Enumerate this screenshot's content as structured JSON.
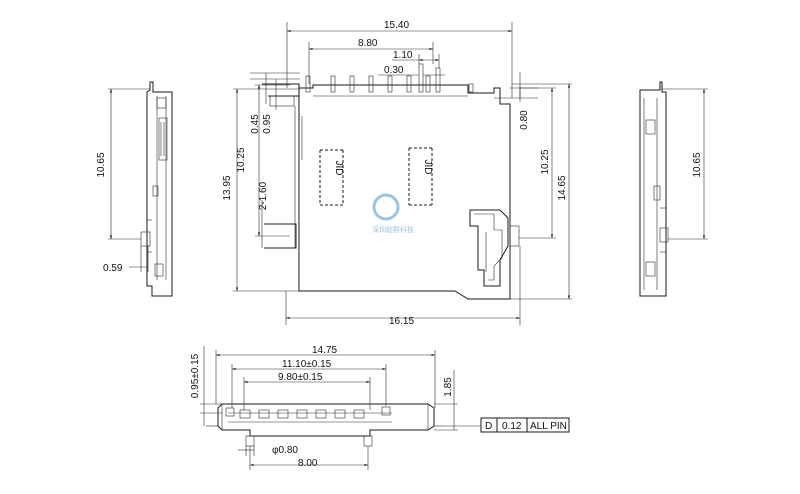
{
  "dims": {
    "top_width": "15.40",
    "pin_span": "8.80",
    "pin_pitch": "1.10",
    "pin_width": "0.30",
    "d045": "0.45",
    "d095": "0.95",
    "left_1025": "10.25",
    "left_1395": "13.95",
    "left_2x160": "2-1.60",
    "right_080": "0.80",
    "right_1025": "10.25",
    "right_1465": "14.65",
    "bottom_1615": "16.15",
    "side_1065_left": "10.65",
    "side_059": "0.59",
    "side_1065_right": "10.65",
    "front_1475": "14.75",
    "front_1110": "11.10±0.15",
    "front_980": "9.80±0.15",
    "front_095": "0.95±0.15",
    "front_185": "1.85",
    "front_hole": "φ0.80",
    "front_800": "8.00"
  },
  "marks": {
    "left_marker": "JID",
    "right_marker": "JID"
  },
  "tolerance": {
    "symbol": "D",
    "value": "0.12",
    "note": "ALL PIN"
  },
  "watermark": {
    "text": "深圳超群科技"
  },
  "colors": {
    "line": "#1a1a1a",
    "watermark": "#9ec3e0"
  }
}
